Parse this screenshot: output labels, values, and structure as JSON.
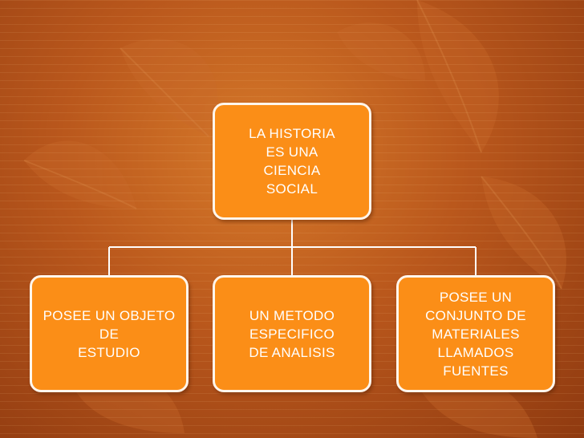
{
  "diagram": {
    "root": {
      "text": "LA HISTORIA\nES UNA\nCIENCIA\nSOCIAL"
    },
    "children": [
      {
        "text": "POSEE UN OBJETO\nDE\nESTUDIO"
      },
      {
        "text": "UN METODO\nESPECIFICO\nDE ANALISIS"
      },
      {
        "text": "POSEE UN\nCONJUNTO DE\nMATERIALES\nLLAMADOS\nFUENTES"
      }
    ]
  },
  "colors": {
    "node_fill": "#fb8e17",
    "node_border": "#fff6ec",
    "connector": "#ffffff",
    "background": "#b9571c"
  }
}
